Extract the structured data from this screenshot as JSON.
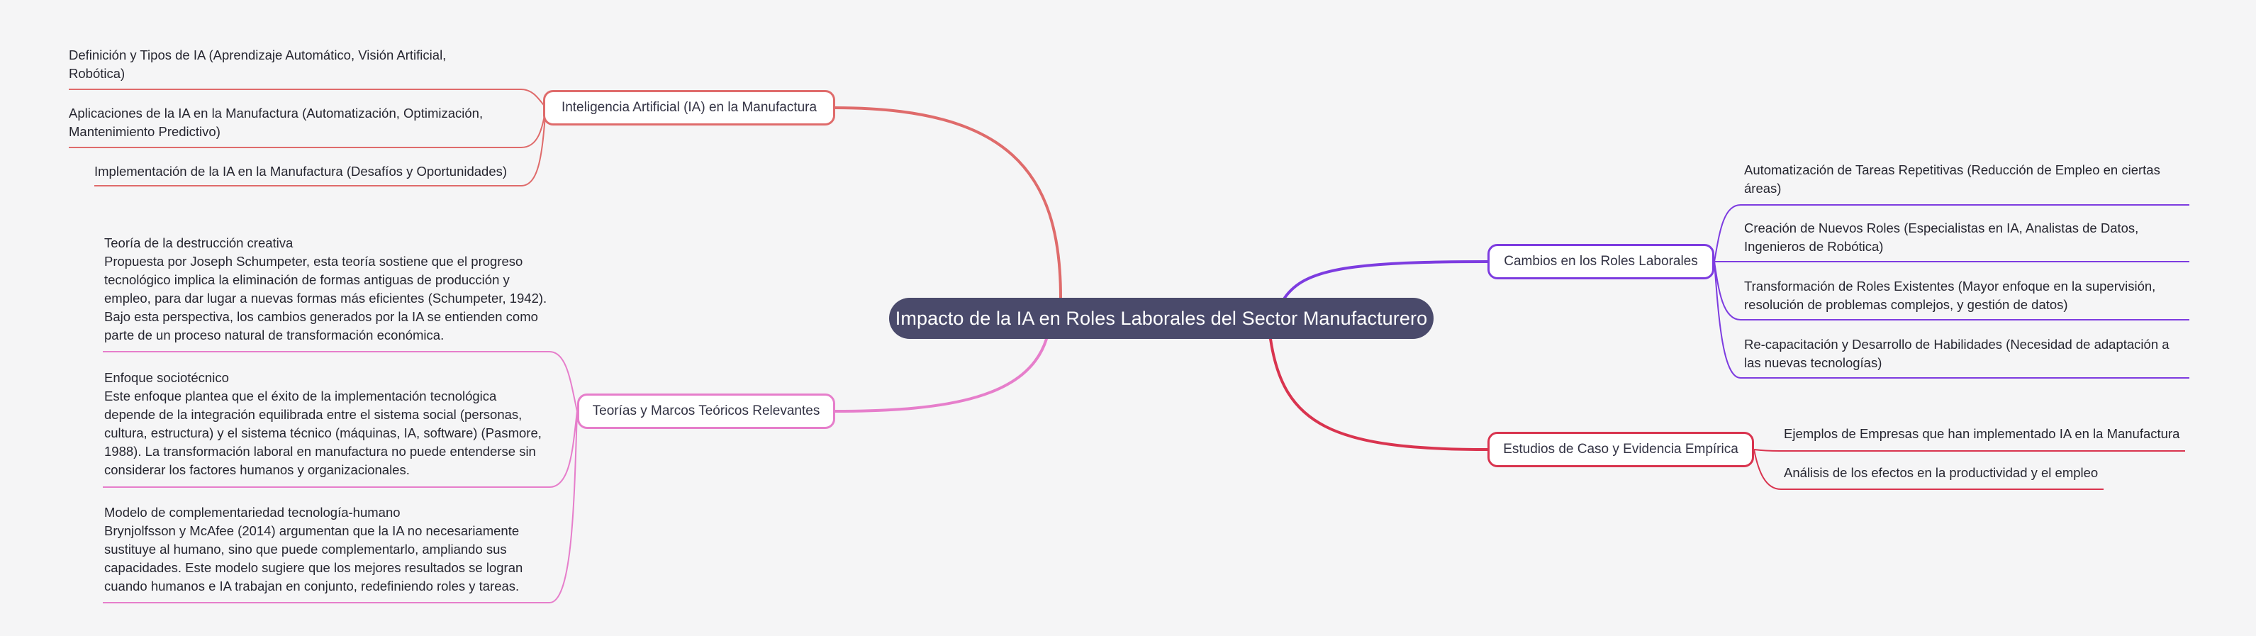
{
  "root": {
    "label": "Impacto de la IA en Roles Laborales del Sector Manufacturero"
  },
  "colors": {
    "root_fill": "#4a4a6b",
    "ia": "#df6b6b",
    "teorias": "#e67ecb",
    "cambios": "#7d3ce0",
    "estudios": "#d9344f"
  },
  "branches": {
    "ia": {
      "label": "Inteligencia Artificial (IA) en la Manufactura",
      "items": [
        "Definición y Tipos de IA (Aprendizaje Automático, Visión Artificial, Robótica)",
        "Aplicaciones de la IA en la Manufactura (Automatización, Optimización, Mantenimiento Predictivo)",
        "Implementación de la IA en la Manufactura (Desafíos y Oportunidades)"
      ]
    },
    "teorias": {
      "label": "Teorías y Marcos Teóricos Relevantes",
      "items": [
        {
          "title": "Teoría de la destrucción creativa",
          "body": "Propuesta por Joseph Schumpeter, esta teoría sostiene que el progreso tecnológico implica la eliminación de formas antiguas de producción y empleo, para dar lugar a nuevas formas más eficientes (Schumpeter, 1942). Bajo esta perspectiva, los cambios generados por la IA se entienden como parte de un proceso natural de transformación económica."
        },
        {
          "title": "Enfoque sociotécnico",
          "body": "Este enfoque plantea que el éxito de la implementación tecnológica depende de la integración equilibrada entre el sistema social (personas, cultura, estructura) y el sistema técnico (máquinas, IA, software) (Pasmore, 1988). La transformación laboral en manufactura no puede entenderse sin considerar los factores humanos y organizacionales."
        },
        {
          "title": "Modelo de complementariedad tecnología-humano",
          "body": "Brynjolfsson y McAfee (2014) argumentan que la IA no necesariamente sustituye al humano, sino que puede complementarlo, ampliando sus capacidades. Este modelo sugiere que los mejores resultados se logran cuando humanos e IA trabajan en conjunto, redefiniendo roles y tareas."
        }
      ]
    },
    "cambios": {
      "label": "Cambios en los Roles Laborales",
      "items": [
        "Automatización de Tareas Repetitivas (Reducción de Empleo en ciertas áreas)",
        "Creación de Nuevos Roles (Especialistas en IA, Analistas de Datos, Ingenieros de Robótica)",
        "Transformación de Roles Existentes (Mayor enfoque en la supervisión, resolución de problemas complejos, y gestión de datos)",
        "Re-capacitación y Desarrollo de Habilidades (Necesidad de adaptación a las nuevas tecnologías)"
      ]
    },
    "estudios": {
      "label": "Estudios de Caso y Evidencia Empírica",
      "items": [
        "Ejemplos de Empresas que han implementado IA en la Manufactura",
        "Análisis de los efectos en la productividad y el empleo"
      ]
    }
  }
}
